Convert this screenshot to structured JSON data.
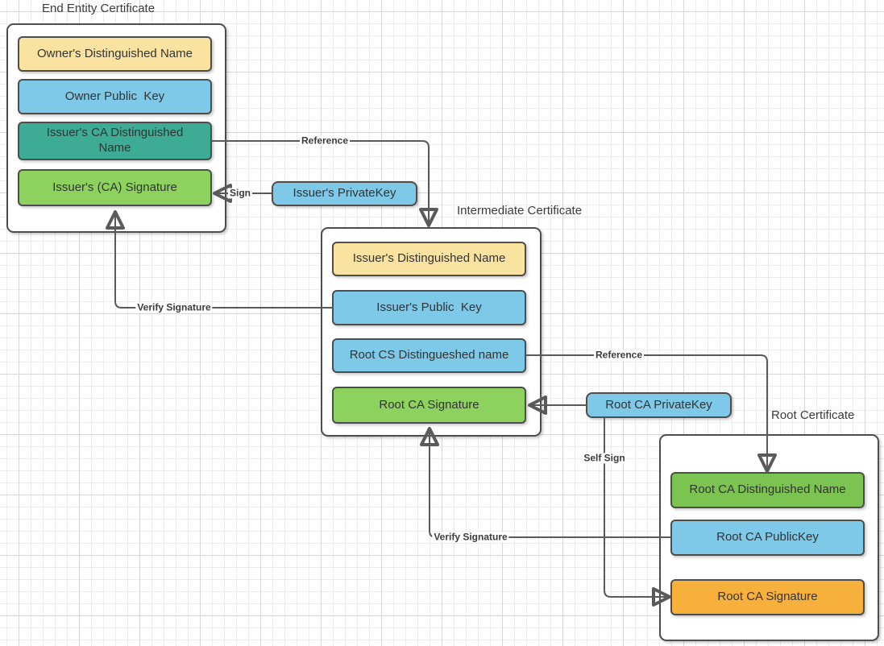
{
  "colors": {
    "yellow": "#fae3a0",
    "blue": "#7ec9e8",
    "teal": "#3eac94",
    "green": "#8dd25f",
    "green_dark": "#7cc451",
    "orange": "#f8b03c",
    "border": "#4d4d4d",
    "line": "#5a5a5a",
    "text": "#333333"
  },
  "end_entity": {
    "title": "End Entity Certificate",
    "fields": [
      {
        "label": "Owner's Distinguished Name",
        "fill": "yellow"
      },
      {
        "label": "Owner Public  Key",
        "fill": "blue"
      },
      {
        "label": "Issuer's CA Distinguished\nName",
        "fill": "teal"
      },
      {
        "label": "Issuer's (CA) Signature",
        "fill": "green"
      }
    ]
  },
  "intermediate": {
    "title": "Intermediate Certificate",
    "fields": [
      {
        "label": "Issuer's Distinguished Name",
        "fill": "yellow"
      },
      {
        "label": "Issuer's Public  Key",
        "fill": "blue"
      },
      {
        "label": "Root CS Distingueshed name",
        "fill": "blue"
      },
      {
        "label": "Root CA Signature",
        "fill": "green"
      }
    ]
  },
  "root": {
    "title": "Root Certificate",
    "fields": [
      {
        "label": "Root CA Distinguished Name",
        "fill": "green_dark"
      },
      {
        "label": "Root CA PublicKey",
        "fill": "blue"
      },
      {
        "label": "Root CA Signature",
        "fill": "orange"
      }
    ]
  },
  "keys": {
    "issuer_private_key": "Issuer's PrivateKey",
    "root_private_key": "Root CA PrivateKey"
  },
  "edge_labels": {
    "reference_to_intermediate": "Reference",
    "sign": "Sign",
    "verify_signature_end_entity": "Verify Signature",
    "reference_to_root": "Reference",
    "self_sign": "Self Sign",
    "verify_signature_intermediate": "Verify Signature"
  }
}
